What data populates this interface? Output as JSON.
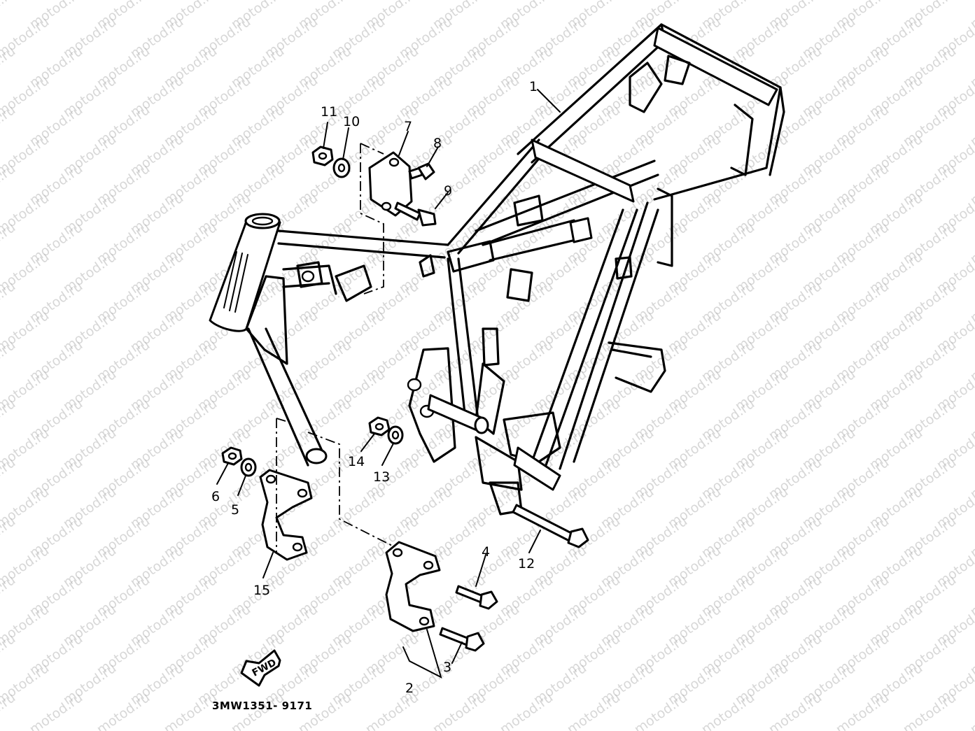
{
  "watermark": "motod.ru",
  "diagram_code": "3MW1351- 9171",
  "fwd_label": "FWD",
  "callouts": {
    "c1": "1",
    "c2": "2",
    "c3": "3",
    "c4": "4",
    "c5": "5",
    "c6": "6",
    "c7": "7",
    "c8": "8",
    "c9": "9",
    "c10": "10",
    "c11": "11",
    "c12": "12",
    "c13": "13",
    "c14": "14",
    "c15": "15"
  }
}
